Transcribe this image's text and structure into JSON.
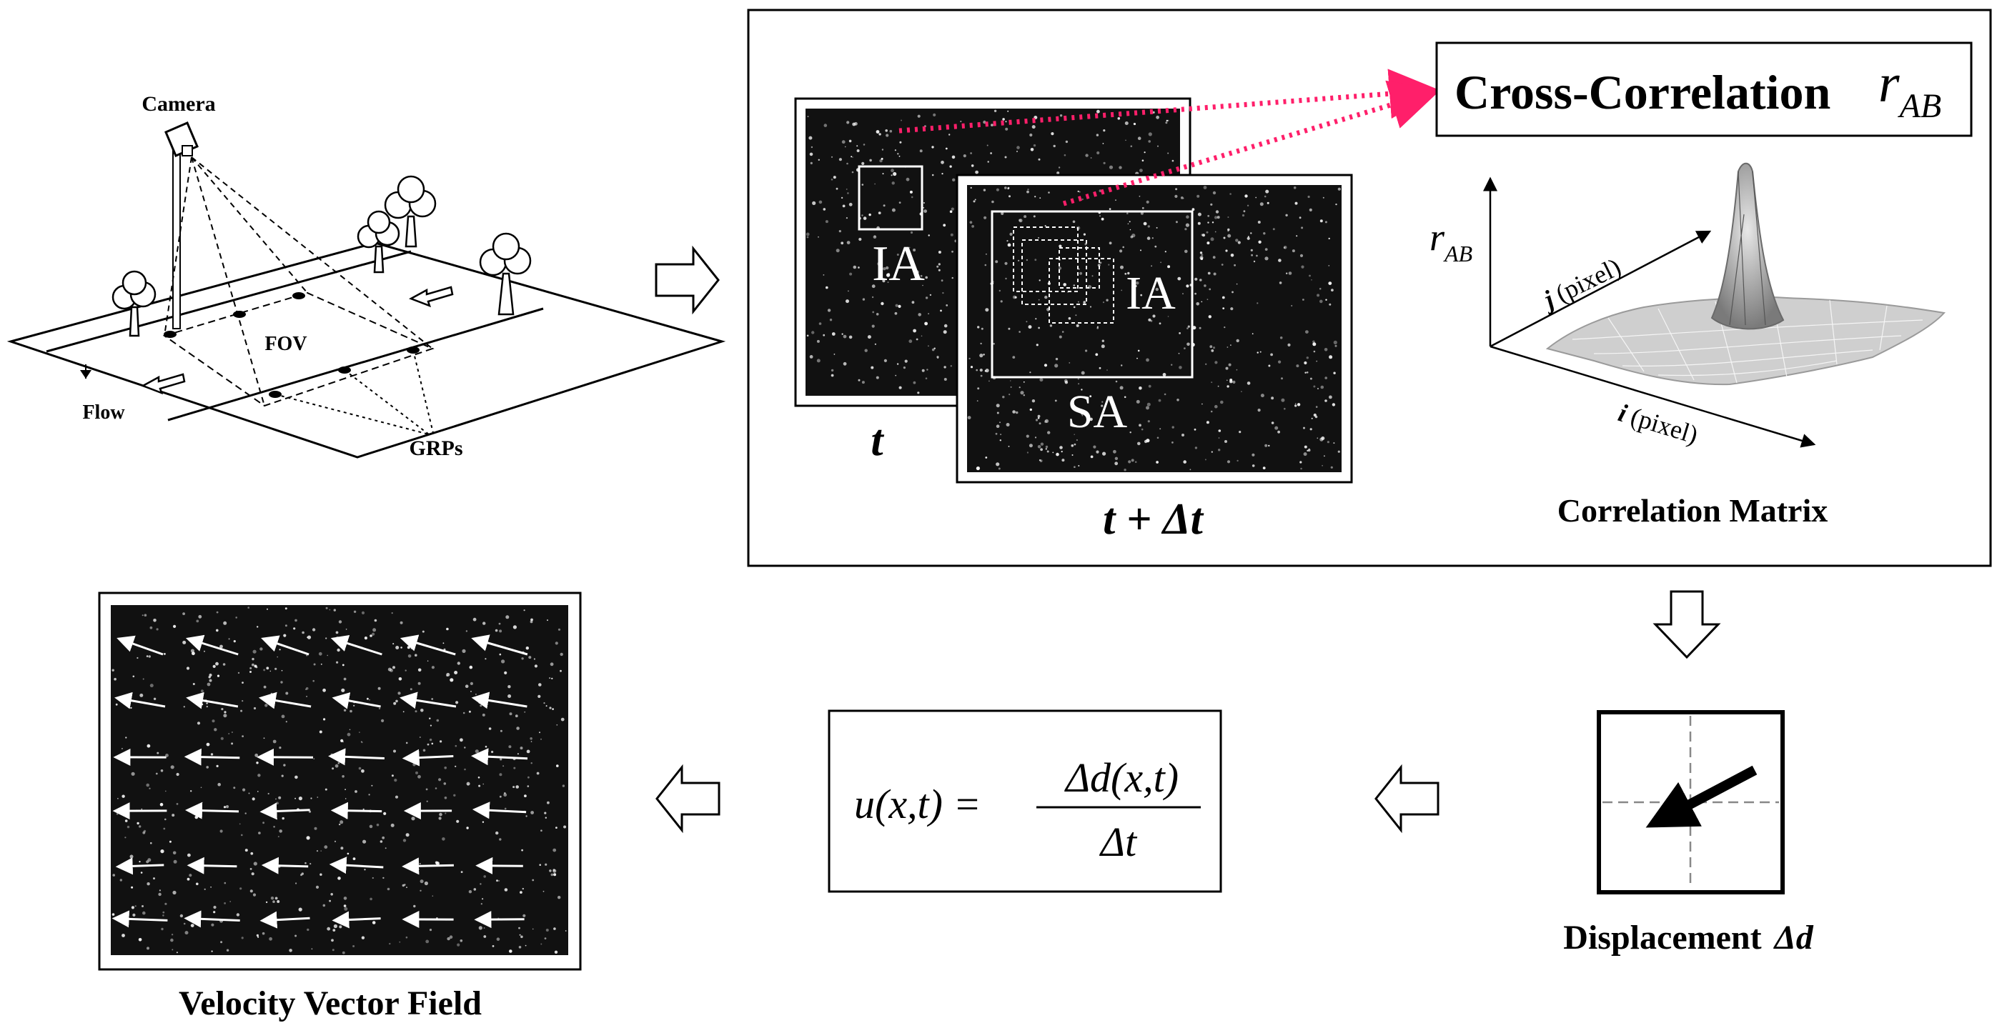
{
  "camera_setup": {
    "camera_label": "Camera",
    "fov_label": "FOV",
    "flow_label": "Flow",
    "grps_label": "GRPs"
  },
  "piv_stage": {
    "frame_t_label": "t",
    "frame_t_dt_label": "t + Δt",
    "ia_label": "IA",
    "ia_label_2": "IA",
    "sa_label": "SA",
    "cross_correlation_label": "Cross-Correlation",
    "r_symbol": "r",
    "r_subscript": "AB",
    "correlation_matrix_label": "Correlation Matrix",
    "axis_r": "r",
    "axis_r_sub": "AB",
    "axis_i_var": "i",
    "axis_i_unit": "(pixel)",
    "axis_j_var": "j",
    "axis_j_unit": "(pixel)"
  },
  "displacement": {
    "label": "Displacement",
    "symbol": "Δd"
  },
  "equation": {
    "lhs": "u(x,t) =",
    "numerator": "Δd(x,t)",
    "denominator": "Δt"
  },
  "velocity_field": {
    "label": "Velocity Vector Field"
  },
  "colors": {
    "arrow_dotted": "#ff1f6a",
    "particle_bg": "#111111",
    "surface": "#c8c8c8"
  }
}
